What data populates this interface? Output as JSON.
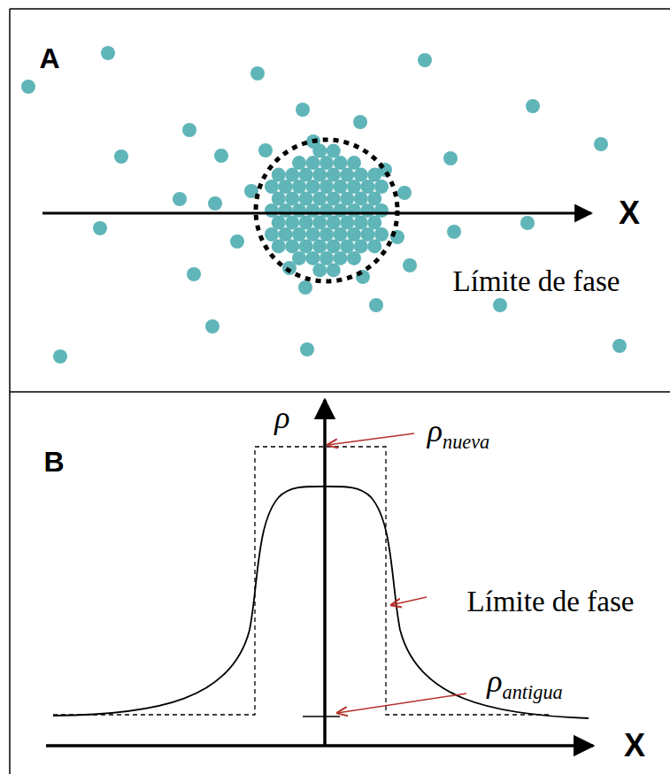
{
  "diagram": {
    "labels": [
      "A",
      "X",
      "Límite de fase",
      "B",
      "ρ",
      "ρnueva",
      "Límite de fase",
      "ρantigua",
      "X"
    ]
  }
}
